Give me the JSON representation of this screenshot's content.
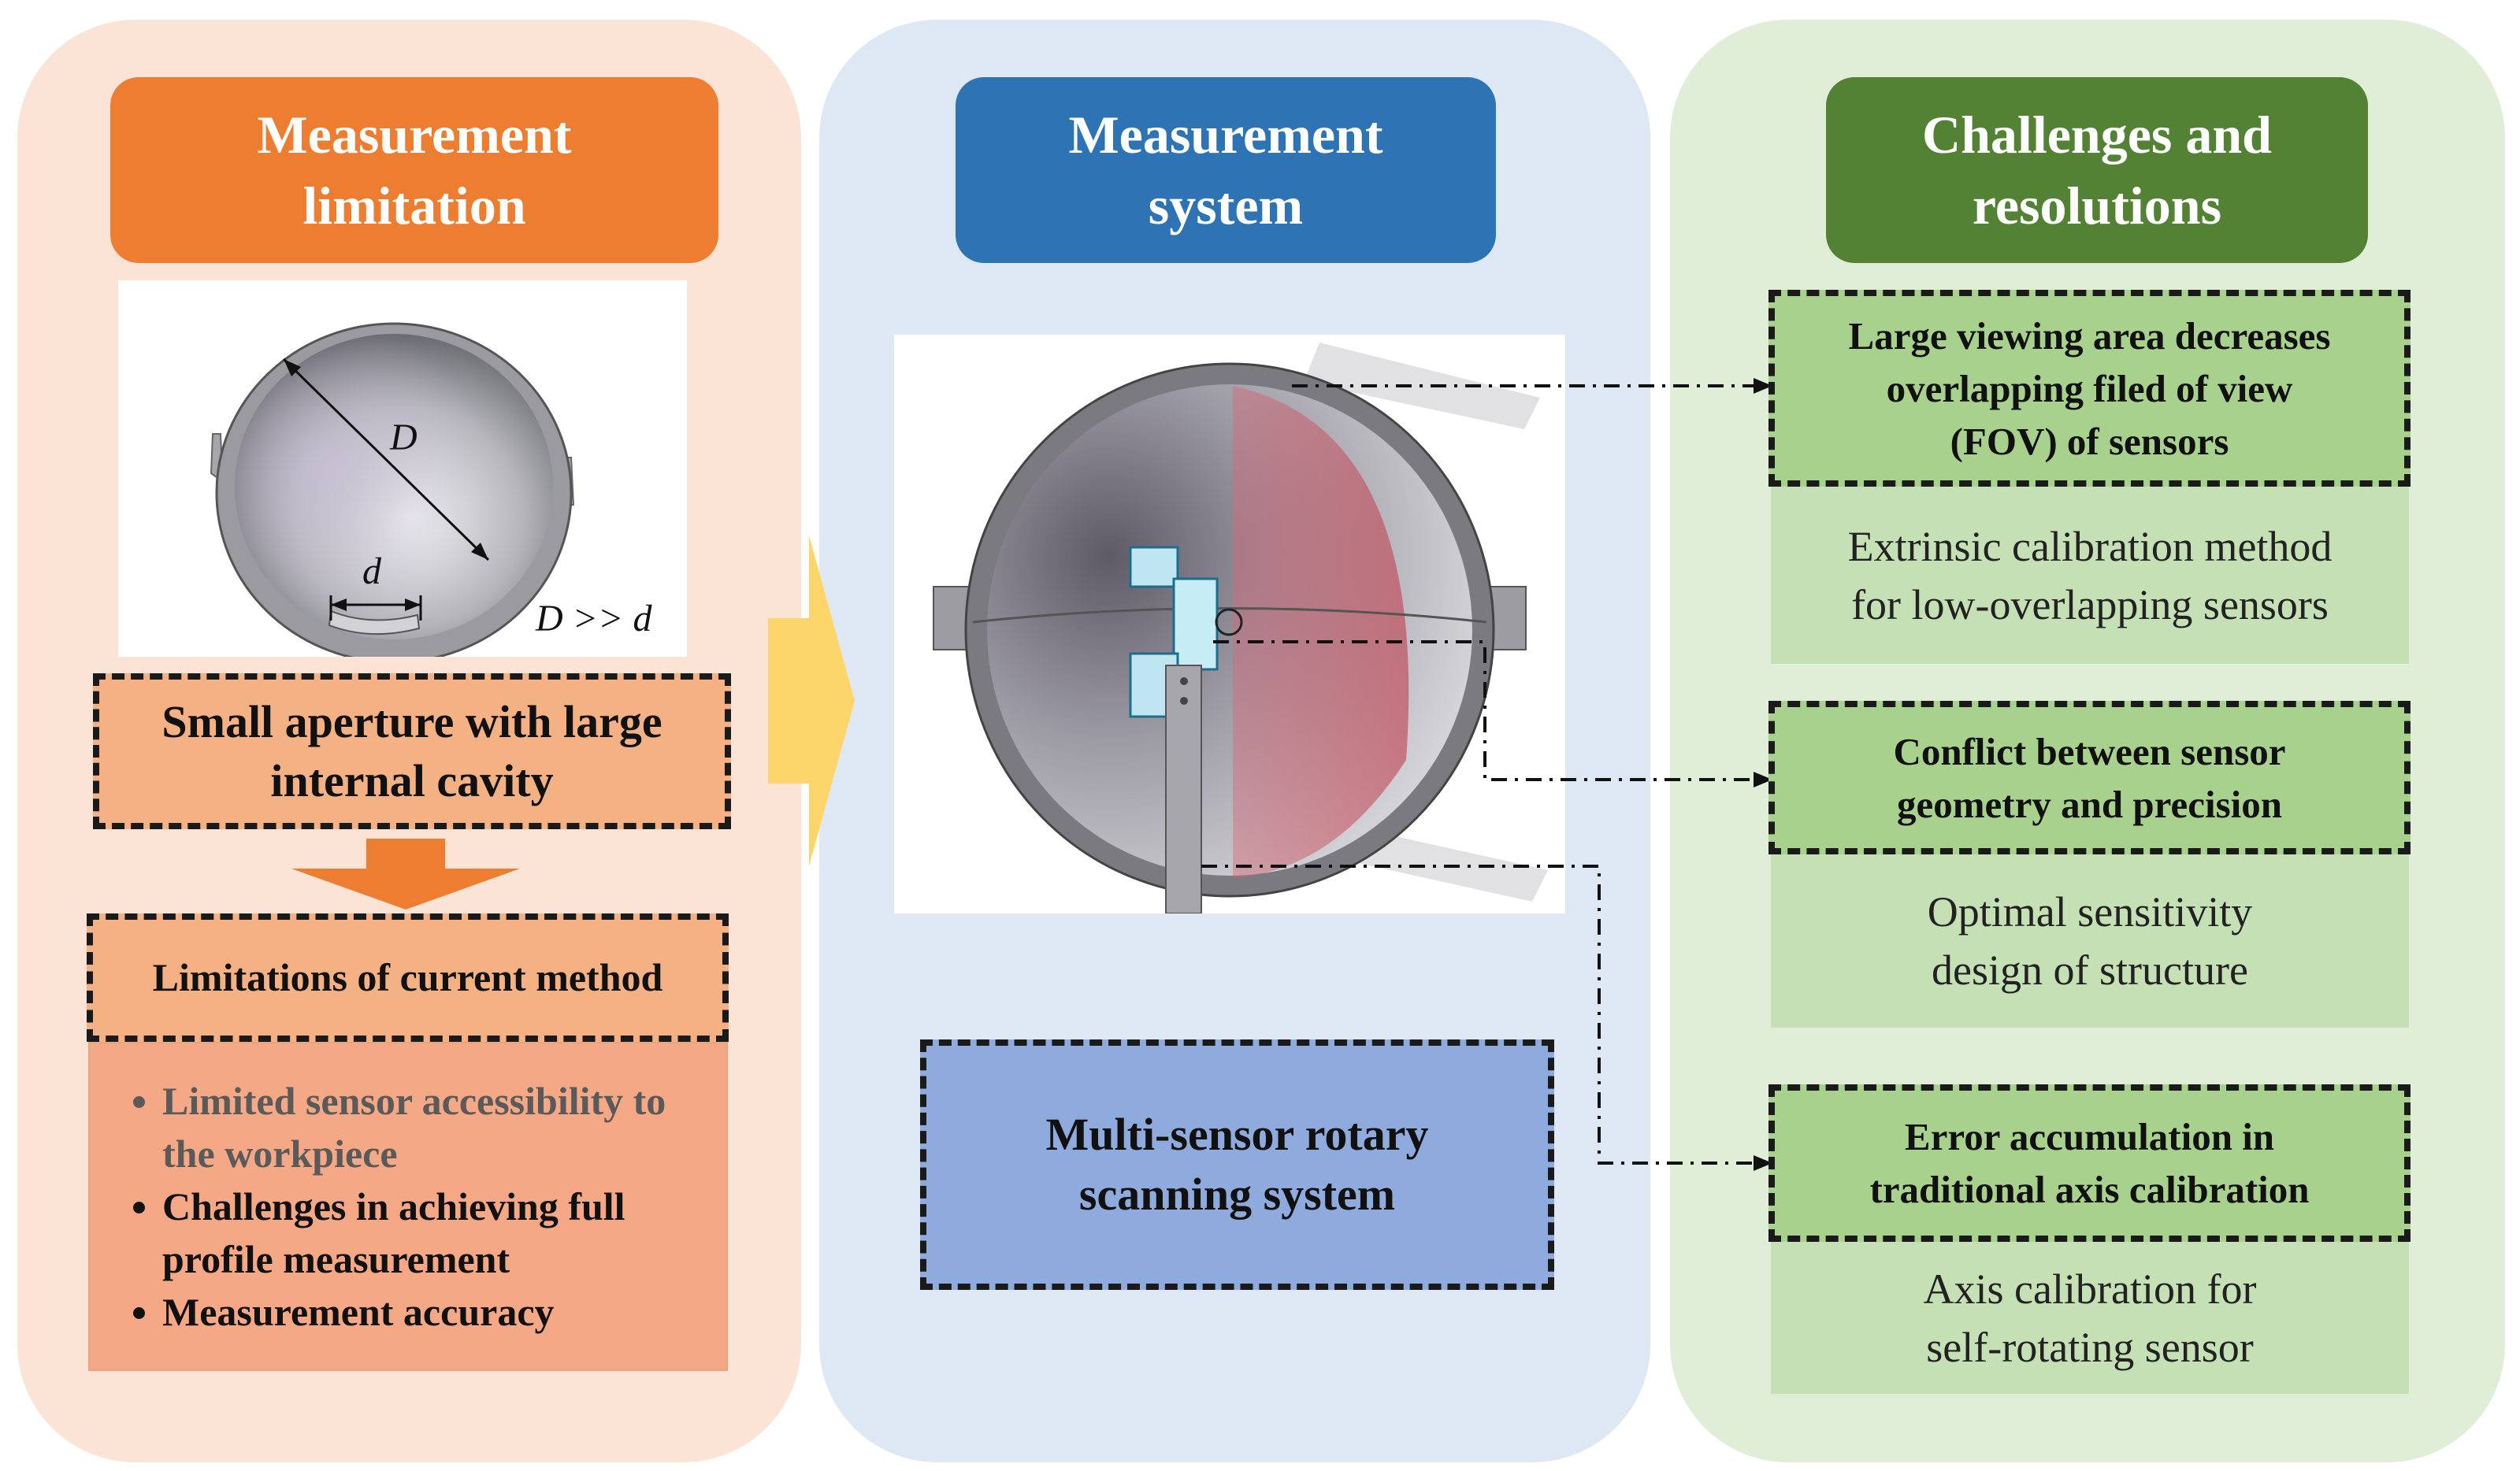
{
  "colors": {
    "left_panel": "#fbe3d5",
    "mid_panel": "#dde8f4",
    "right_panel": "#e1eed7",
    "orange": "#ed7d31",
    "blue": "#2e74b5",
    "green": "#548235",
    "pale_green": "#c5e0b4",
    "arrow_yellow": "#fcd66a"
  },
  "left": {
    "title": "Measurement\nlimitation",
    "label_D": "D",
    "label_d": "d",
    "label_ratio": "D >> d",
    "problem": "Small aperture with large\ninternal cavity",
    "limitations_title": "Limitations of current method",
    "bullets": [
      "Limited sensor accessibility to the workpiece",
      "Challenges in achieving full profile measurement",
      "Measurement accuracy"
    ]
  },
  "middle": {
    "title": "Measurement\nsystem",
    "system_label": "Multi-sensor rotary\nscanning system"
  },
  "right": {
    "title": "Challenges and\nresolutions",
    "items": [
      {
        "challenge": "Large viewing area decreases\noverlapping filed of view\n(FOV) of sensors",
        "resolution": "Extrinsic calibration method\nfor low-overlapping sensors"
      },
      {
        "challenge": "Conflict between sensor\ngeometry and precision",
        "resolution": "Optimal sensitivity\ndesign of structure"
      },
      {
        "challenge": "Error accumulation in\ntraditional axis calibration",
        "resolution": "Axis calibration for\nself-rotating sensor"
      }
    ]
  }
}
